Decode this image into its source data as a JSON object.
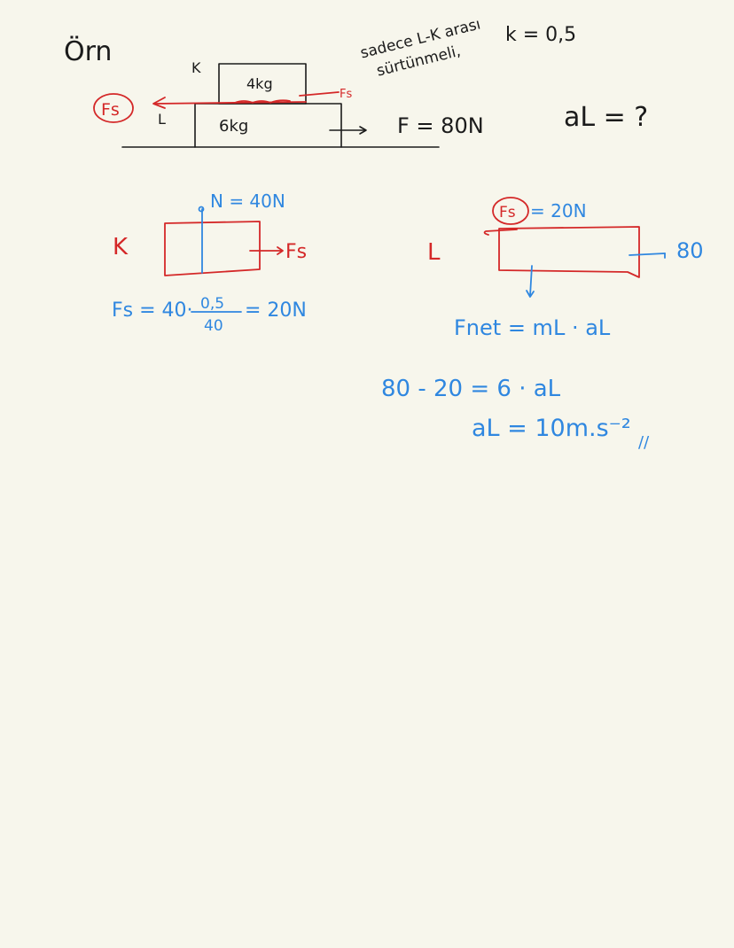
{
  "page": {
    "background": "#f7f6ec"
  },
  "colors": {
    "black": "#1b1b1b",
    "red": "#d42828",
    "blue": "#2f87e0"
  },
  "problem": {
    "heading": "Örn",
    "note_line1": "sadece L-K arası",
    "note_line2": "sürtünmeli,",
    "friction_coefficient": "k = 0,5",
    "top_block_label": "K",
    "top_block_mass": "4kg",
    "bottom_block_label": "L",
    "bottom_block_mass": "6kg",
    "applied_force": "F = 80N",
    "question": "aL = ?",
    "friction_left_label": "Fs",
    "friction_right_label": "Fs"
  },
  "fbd_k": {
    "label": "K",
    "normal_force": "N = 40N",
    "friction_label": "Fs",
    "equation": "Fs = 40 · 0,5 = 20N",
    "equation_left": "Fs = 40·",
    "equation_numerator": "0,5",
    "equation_denominator": "40",
    "equation_right": "= 20N"
  },
  "fbd_l": {
    "label": "L",
    "friction_label": "Fs",
    "friction_value": "= 20N",
    "applied_force": "80",
    "net_force_equation": "Fnet = mL · aL",
    "substitution": "80 - 20 = 6 · aL",
    "result": "aL = 10m.s⁻²",
    "result_mark": "//"
  }
}
